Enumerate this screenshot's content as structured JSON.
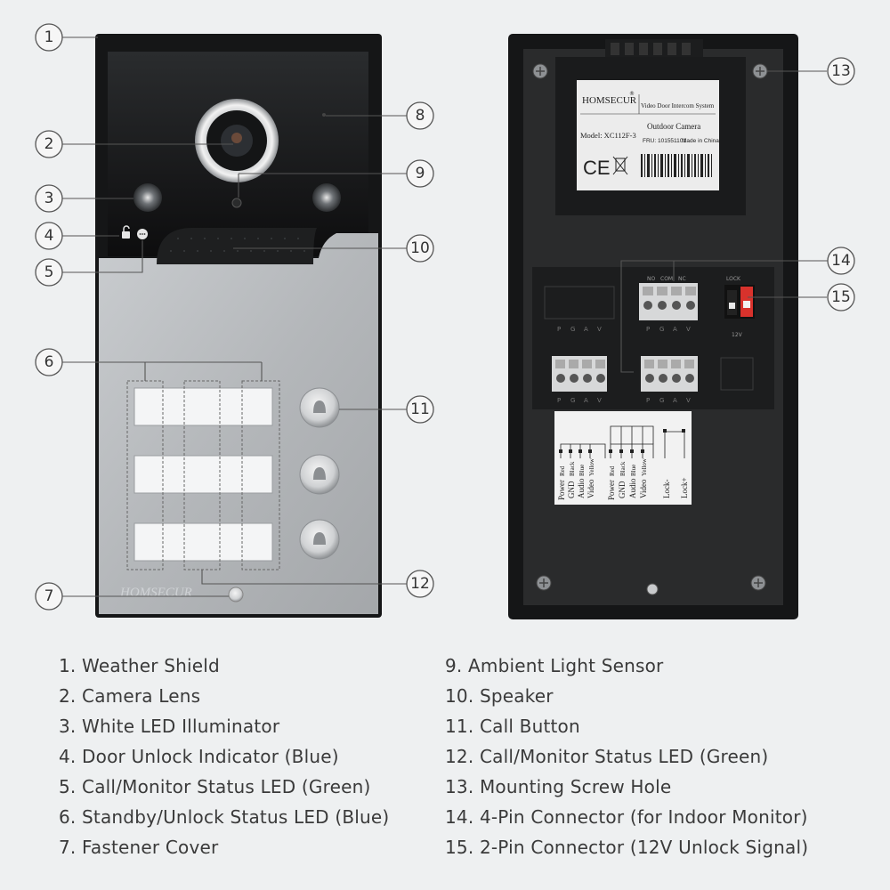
{
  "callouts": [
    "1",
    "2",
    "3",
    "4",
    "5",
    "6",
    "7",
    "8",
    "9",
    "10",
    "11",
    "12",
    "13",
    "14",
    "15"
  ],
  "front_panel": {
    "brand_etched": "HOMSECUR"
  },
  "back_label": {
    "brand": "HOMSECUR",
    "registered": "®",
    "product_line": "Video Door Intercom System",
    "model": "Model: XC112F-3",
    "product_name": "Outdoor Camera",
    "fru": "FRU: 101551101",
    "origin": "Made in China",
    "ce_mark": "CE"
  },
  "terminals": {
    "block_labels": [
      "P",
      "G",
      "A",
      "V"
    ],
    "top_relay_labels": [
      "NO",
      "COM",
      "NC"
    ],
    "lock_label": "LOCK",
    "lock_voltage": "12V",
    "sticker_wire_colors_a": [
      "Red",
      "Black",
      "Blue",
      "Yellow"
    ],
    "sticker_signals_a": [
      "Power",
      "GND",
      "Audio",
      "Video"
    ],
    "sticker_wire_colors_b": [
      "Red",
      "Black",
      "Blue",
      "Yellow"
    ],
    "sticker_signals_b": [
      "Power",
      "GND",
      "Audio",
      "Video"
    ],
    "sticker_lock": [
      "Lock-",
      "Lock+"
    ]
  },
  "legend": {
    "left": [
      "1. Weather Shield",
      "2. Camera Lens",
      "3. White LED Illuminator",
      "4. Door Unlock Indicator (Blue)",
      "5. Call/Monitor Status LED (Green)",
      "6. Standby/Unlock Status LED (Blue)",
      "7. Fastener Cover"
    ],
    "right": [
      "9. Ambient Light Sensor",
      "10. Speaker",
      "11. Call Button",
      "12. Call/Monitor Status LED (Green)",
      "13. Mounting Screw Hole",
      "14. 4-Pin Connector (for Indoor Monitor)",
      "15. 2-Pin Connector (12V Unlock Signal)"
    ]
  }
}
